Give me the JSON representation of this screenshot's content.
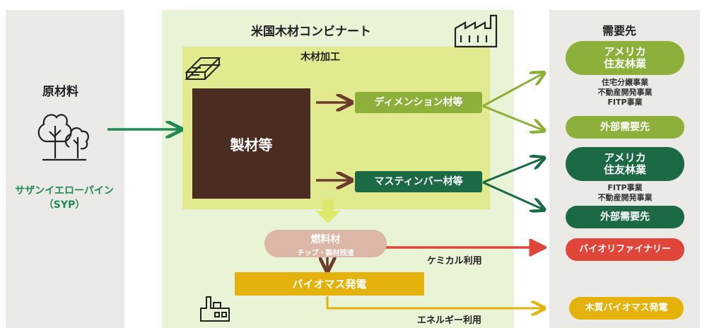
{
  "raw_material": {
    "title": "原材料",
    "species": "サザンイエローパイン",
    "species_abbr": "（SYP）"
  },
  "combinat": {
    "title": "米国木材コンビナート",
    "wood_processing": "木材加工",
    "sawmill": "製材等",
    "dimension_lumber": "ディメンション材等",
    "mass_timber": "マスティンバー材等",
    "fuel": "燃料材",
    "fuel_sub": "チップ・製材残渣",
    "biomass_power": "バイオマス発電",
    "chemical_use": "ケミカル利用",
    "energy_use": "エネルギー利用"
  },
  "demand": {
    "title": "需要先",
    "sumitomo_1": "アメリカ\n住友林業",
    "sumitomo_1_note": "住宅分譲事業\n不動産開発事業\nFITP事業",
    "external_1": "外部需要先",
    "sumitomo_2": "アメリカ\n住友林業",
    "sumitomo_2_note": "FITP事業\n不動産開発事業",
    "external_2": "外部需要先",
    "biorefinery": "バイオリファイナリー",
    "wood_biomass_power": "木質バイオマス発電"
  },
  "colors": {
    "light_green": "#8db03a",
    "dark_green": "#1b6a45",
    "brown": "#4a2c22",
    "red": "#e0453a",
    "gold": "#e5b20b",
    "pink": "#dcb7a7",
    "arrow_brown": "#6b3c2d"
  }
}
